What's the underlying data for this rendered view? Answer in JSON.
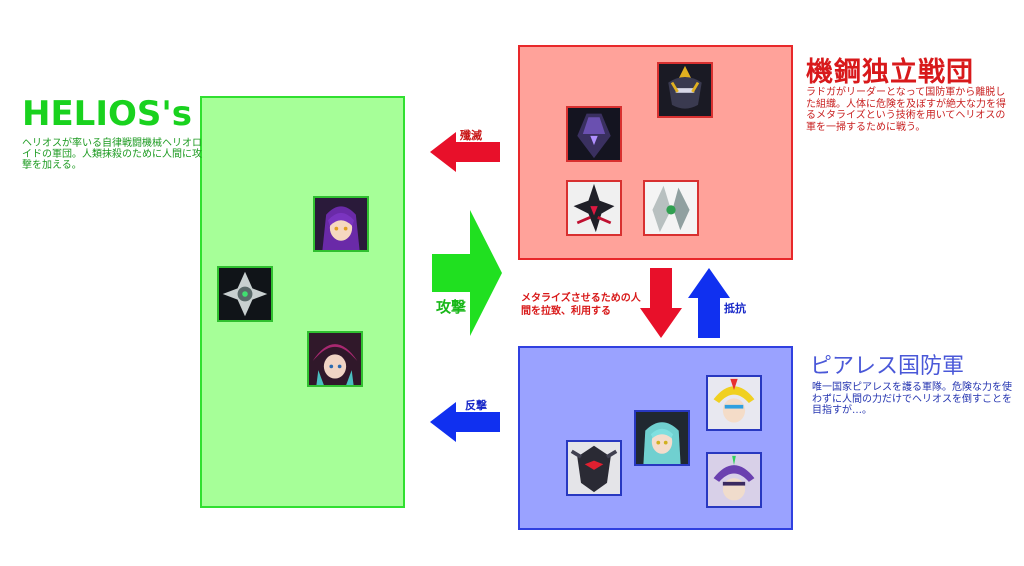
{
  "colors": {
    "helios_green": "#19d21e",
    "kikou_red": "#d8191b",
    "pearless_blue": "#3040e0",
    "arrow_red": "#e8102a",
    "arrow_green": "#20e020",
    "arrow_blue": "#1030f0"
  },
  "factions": {
    "helios": {
      "title": "HELIOS's",
      "description": "ヘリオスが率いる自律戦闘機械ヘリオロイドの軍団。人類抹殺のために人間に攻撃を加える。"
    },
    "kikou": {
      "title": "機鋼独立戦団",
      "description": "ラドガがリーダーとなって国防軍から離脱した組織。人体に危険を及ぼすが絶大な力を得るメタライズという技術を用いてヘリオスの軍を一掃するために戦う。"
    },
    "pearless": {
      "title": "ピアレス国防軍",
      "description": "唯一国家ピアレスを護る軍隊。危険な力を使わずに人間の力だけでヘリオスを倒すことを目指すが…。"
    }
  },
  "relations": {
    "annihilate": "殲滅",
    "attack": "攻撃",
    "capture": "メタライズさせるための人間を拉致、利用する",
    "resist": "抵抗",
    "counter": "反撃"
  }
}
